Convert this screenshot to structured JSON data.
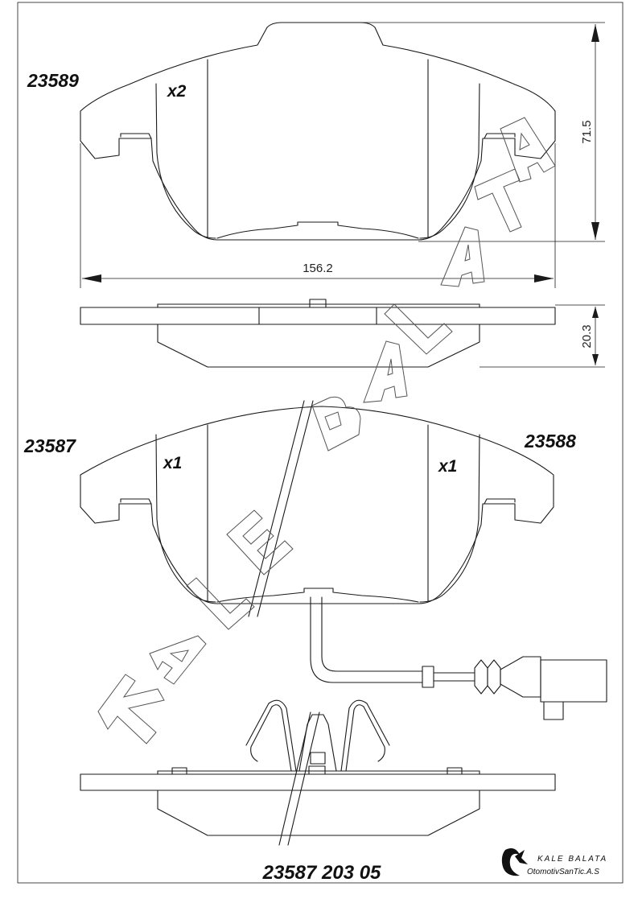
{
  "labels": {
    "top_code": "23589",
    "top_multiplier": "x2",
    "left_code": "23587",
    "left_multiplier": "x1",
    "right_code": "23588",
    "right_multiplier": "x1",
    "part_number": "23587 203 05"
  },
  "dimensions": {
    "height": "71.5",
    "width": "156.2",
    "thickness": "20.3"
  },
  "brand": {
    "name": "KALE BALATA",
    "company": "OtomotivSanTic.A.S"
  },
  "icons": {
    "logo": "kale-balata-logo-icon"
  }
}
